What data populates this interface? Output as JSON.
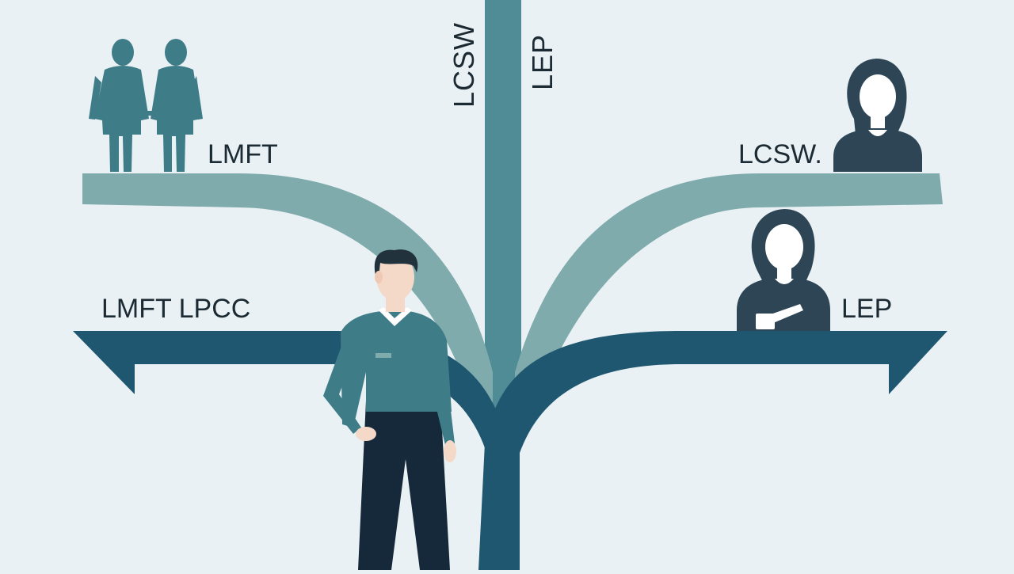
{
  "colors": {
    "background": "#e9f1f4",
    "light_teal": "#7fabad",
    "mid_teal": "#4f8c96",
    "dark_blue": "#1f5670",
    "figure_teal": "#3e7c88",
    "silhouette": "#2d4555",
    "label_text": "#1c2b33",
    "skin": "#f4d9c8",
    "hair": "#22323d",
    "pants": "#15293a"
  },
  "labels": {
    "vertical_left": "LCSW",
    "vertical_right": "LEP",
    "upper_left": "LMFT",
    "middle_left": "LMFT LPCC",
    "upper_right": "LCSW.",
    "middle_right": "LEP"
  },
  "icons": {
    "couple": "couple-icon",
    "woman_upper": "woman-avatar-icon",
    "woman_lower": "woman-avatar-icon",
    "man": "standing-man-icon"
  }
}
